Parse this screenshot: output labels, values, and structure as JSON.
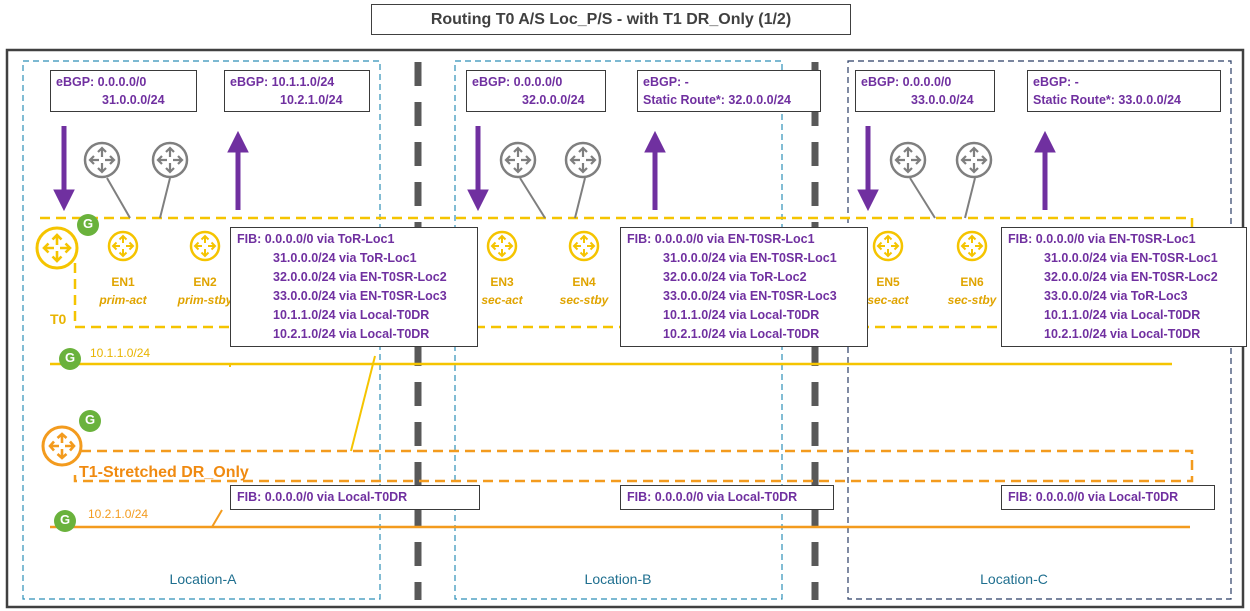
{
  "title": "Routing T0 A/S Loc_P/S - with T1 DR_Only (1/2)",
  "colors": {
    "purple": "#7030a0",
    "t0_yellow": "#f5c400",
    "t1_orange": "#f39b1e",
    "gateway_green": "#6ab23c",
    "location_blue": "#2e8fb8"
  },
  "locations": [
    {
      "label": "Location-A",
      "ebgp_in": [
        "eBGP: 0.0.0.0/0",
        "31.0.0.0/24"
      ],
      "ebgp_out": [
        "eBGP: 10.1.1.0/24",
        "10.2.1.0/24"
      ],
      "edges": [
        {
          "name": "EN1",
          "role": "prim-act"
        },
        {
          "name": "EN2",
          "role": "prim-stby"
        }
      ],
      "t0_fib": [
        "FIB: 0.0.0.0/0 via ToR-Loc1",
        "31.0.0.0/24 via ToR-Loc1",
        "32.0.0.0/24 via EN-T0SR-Loc2",
        "33.0.0.0/24 via EN-T0SR-Loc3",
        "10.1.1.0/24 via Local-T0DR",
        "10.2.1.0/24 via Local-T0DR"
      ],
      "t1_fib": "FIB: 0.0.0.0/0 via Local-T0DR"
    },
    {
      "label": "Location-B",
      "ebgp_in": [
        "eBGP: 0.0.0.0/0",
        "32.0.0.0/24"
      ],
      "ebgp_out": [
        "eBGP: -",
        "Static Route*: 32.0.0.0/24"
      ],
      "edges": [
        {
          "name": "EN3",
          "role": "sec-act"
        },
        {
          "name": "EN4",
          "role": "sec-stby"
        }
      ],
      "t0_fib": [
        "FIB: 0.0.0.0/0 via EN-T0SR-Loc1",
        "31.0.0.0/24 via EN-T0SR-Loc1",
        "32.0.0.0/24 via ToR-Loc2",
        "33.0.0.0/24 via EN-T0SR-Loc3",
        "10.1.1.0/24 via Local-T0DR",
        "10.2.1.0/24 via Local-T0DR"
      ],
      "t1_fib": "FIB: 0.0.0.0/0 via Local-T0DR"
    },
    {
      "label": "Location-C",
      "ebgp_in": [
        "eBGP: 0.0.0.0/0",
        "33.0.0.0/24"
      ],
      "ebgp_out": [
        "eBGP: -",
        "Static Route*: 33.0.0.0/24"
      ],
      "edges": [
        {
          "name": "EN5",
          "role": "sec-act"
        },
        {
          "name": "EN6",
          "role": "sec-stby"
        }
      ],
      "t0_fib": [
        "FIB: 0.0.0.0/0 via EN-T0SR-Loc1",
        "31.0.0.0/24 via EN-T0SR-Loc1",
        "32.0.0.0/24 via EN-T0SR-Loc2",
        "33.0.0.0/24 via ToR-Loc3",
        "10.1.1.0/24 via Local-T0DR",
        "10.2.1.0/24 via Local-T0DR"
      ],
      "t1_fib": "FIB: 0.0.0.0/0 via Local-T0DR"
    }
  ],
  "t0_label": "T0",
  "t1_label": "T1-Stretched DR_Only",
  "gateway_badge": "G",
  "segments": [
    "10.1.1.0/24",
    "10.2.1.0/24"
  ]
}
